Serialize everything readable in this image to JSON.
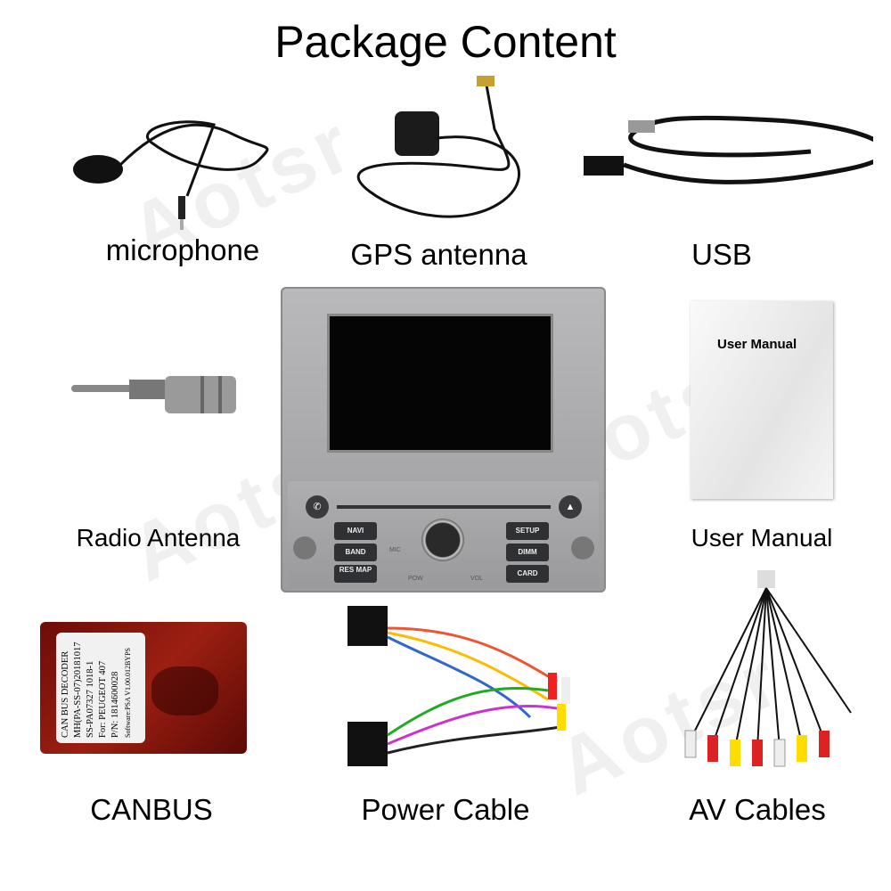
{
  "title": "Package Content",
  "watermark": "Aotsr",
  "items": {
    "microphone": "microphone",
    "gps_antenna": "GPS antenna",
    "usb": "USB",
    "radio_antenna": "Radio Antenna",
    "user_manual": "User Manual",
    "canbus": "CANBUS",
    "power_cable": "Power Cable",
    "av_cables": "AV Cables"
  },
  "head_unit": {
    "buttons_left": [
      "NAVI",
      "BAND",
      "RES MAP"
    ],
    "buttons_right": [
      "SETUP",
      "DIMM",
      "CARD"
    ],
    "mic": "MIC",
    "pow": "POW",
    "vol": "VOL"
  },
  "manual_cover": "User Manual",
  "canbus_label": [
    "CAN BUS DECODER",
    "MH(PA-SS-07)20181017",
    "SS-PA07327 1018-1",
    "For: PEUGEOT 407",
    "P/N: 1814600028",
    "Software:PSA V1.00.012BYPS"
  ]
}
